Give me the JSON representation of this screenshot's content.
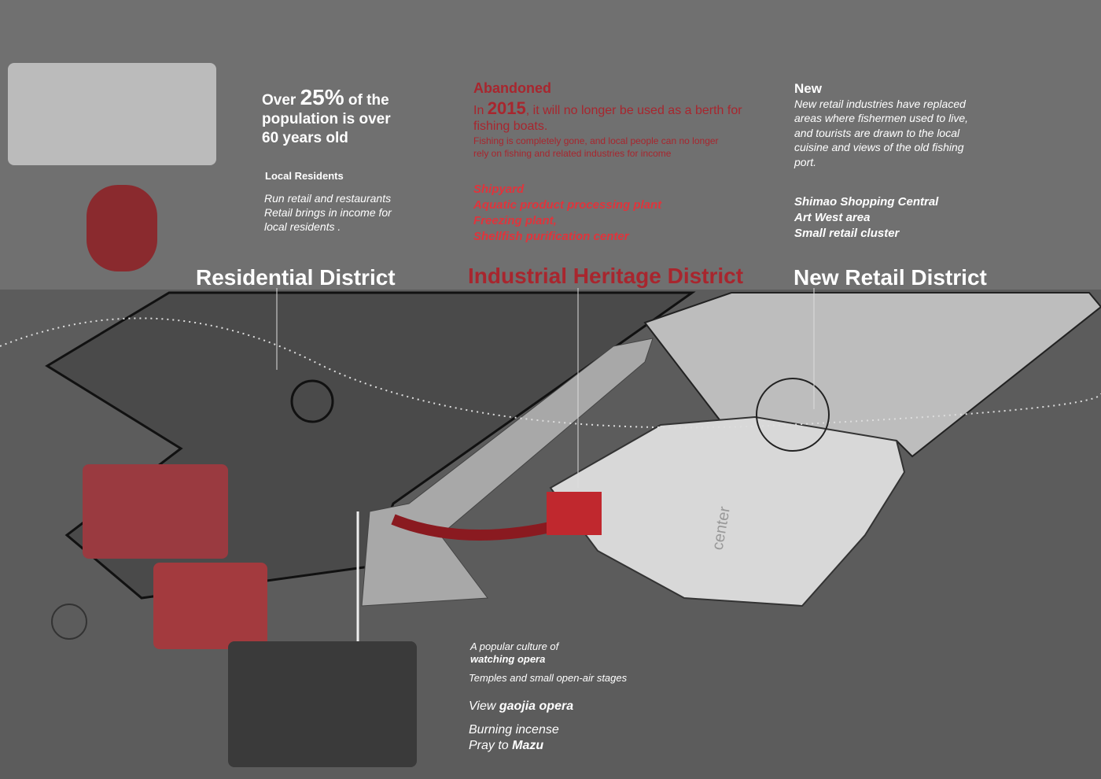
{
  "residents": {
    "stat_pre": "Over ",
    "stat_num": "25%",
    "stat_post": " of the",
    "stat_line2": "population is over",
    "stat_line3": "60 years old",
    "heading": "Local Residents",
    "lines": [
      "Run retail and restaurants",
      "Retail brings in income for",
      "local residents ."
    ]
  },
  "industrial": {
    "heading": "Abandoned",
    "line1_pre": "In ",
    "year": "2015",
    "line1_post": ", it will no longer be used as a berth for",
    "line2": "fishing boats.",
    "note1": "Fishing is completely gone, and local people can no longer",
    "note2": "rely on fishing and related industries for income",
    "facilities": [
      "Shipyard",
      "Aquatic product processing plant",
      "Freezing plant,",
      "Shellfish purification center"
    ]
  },
  "retail": {
    "heading": "New",
    "desc": [
      "New retail industries have replaced",
      "areas where fishermen used to live,",
      "and tourists are drawn to the local",
      "cuisine and views of the old fishing",
      "port."
    ],
    "places": [
      "Shimao Shopping Central",
      "Art West area",
      "Small retail cluster"
    ]
  },
  "districts": {
    "residential": "Residential District",
    "industrial": "Industrial Heritage District",
    "retail": "New Retail District"
  },
  "map_label": "center",
  "opera": {
    "line1": "A popular culture of",
    "line2": "watching opera",
    "line3": "Temples and small open-air stages",
    "view_pre": "View ",
    "view_b": "gaojia opera",
    "incense": "Burning incense",
    "pray_pre": "Pray to ",
    "pray_b": "Mazu"
  },
  "colors": {
    "accent": "#a8262e",
    "bright": "#e0343c"
  }
}
